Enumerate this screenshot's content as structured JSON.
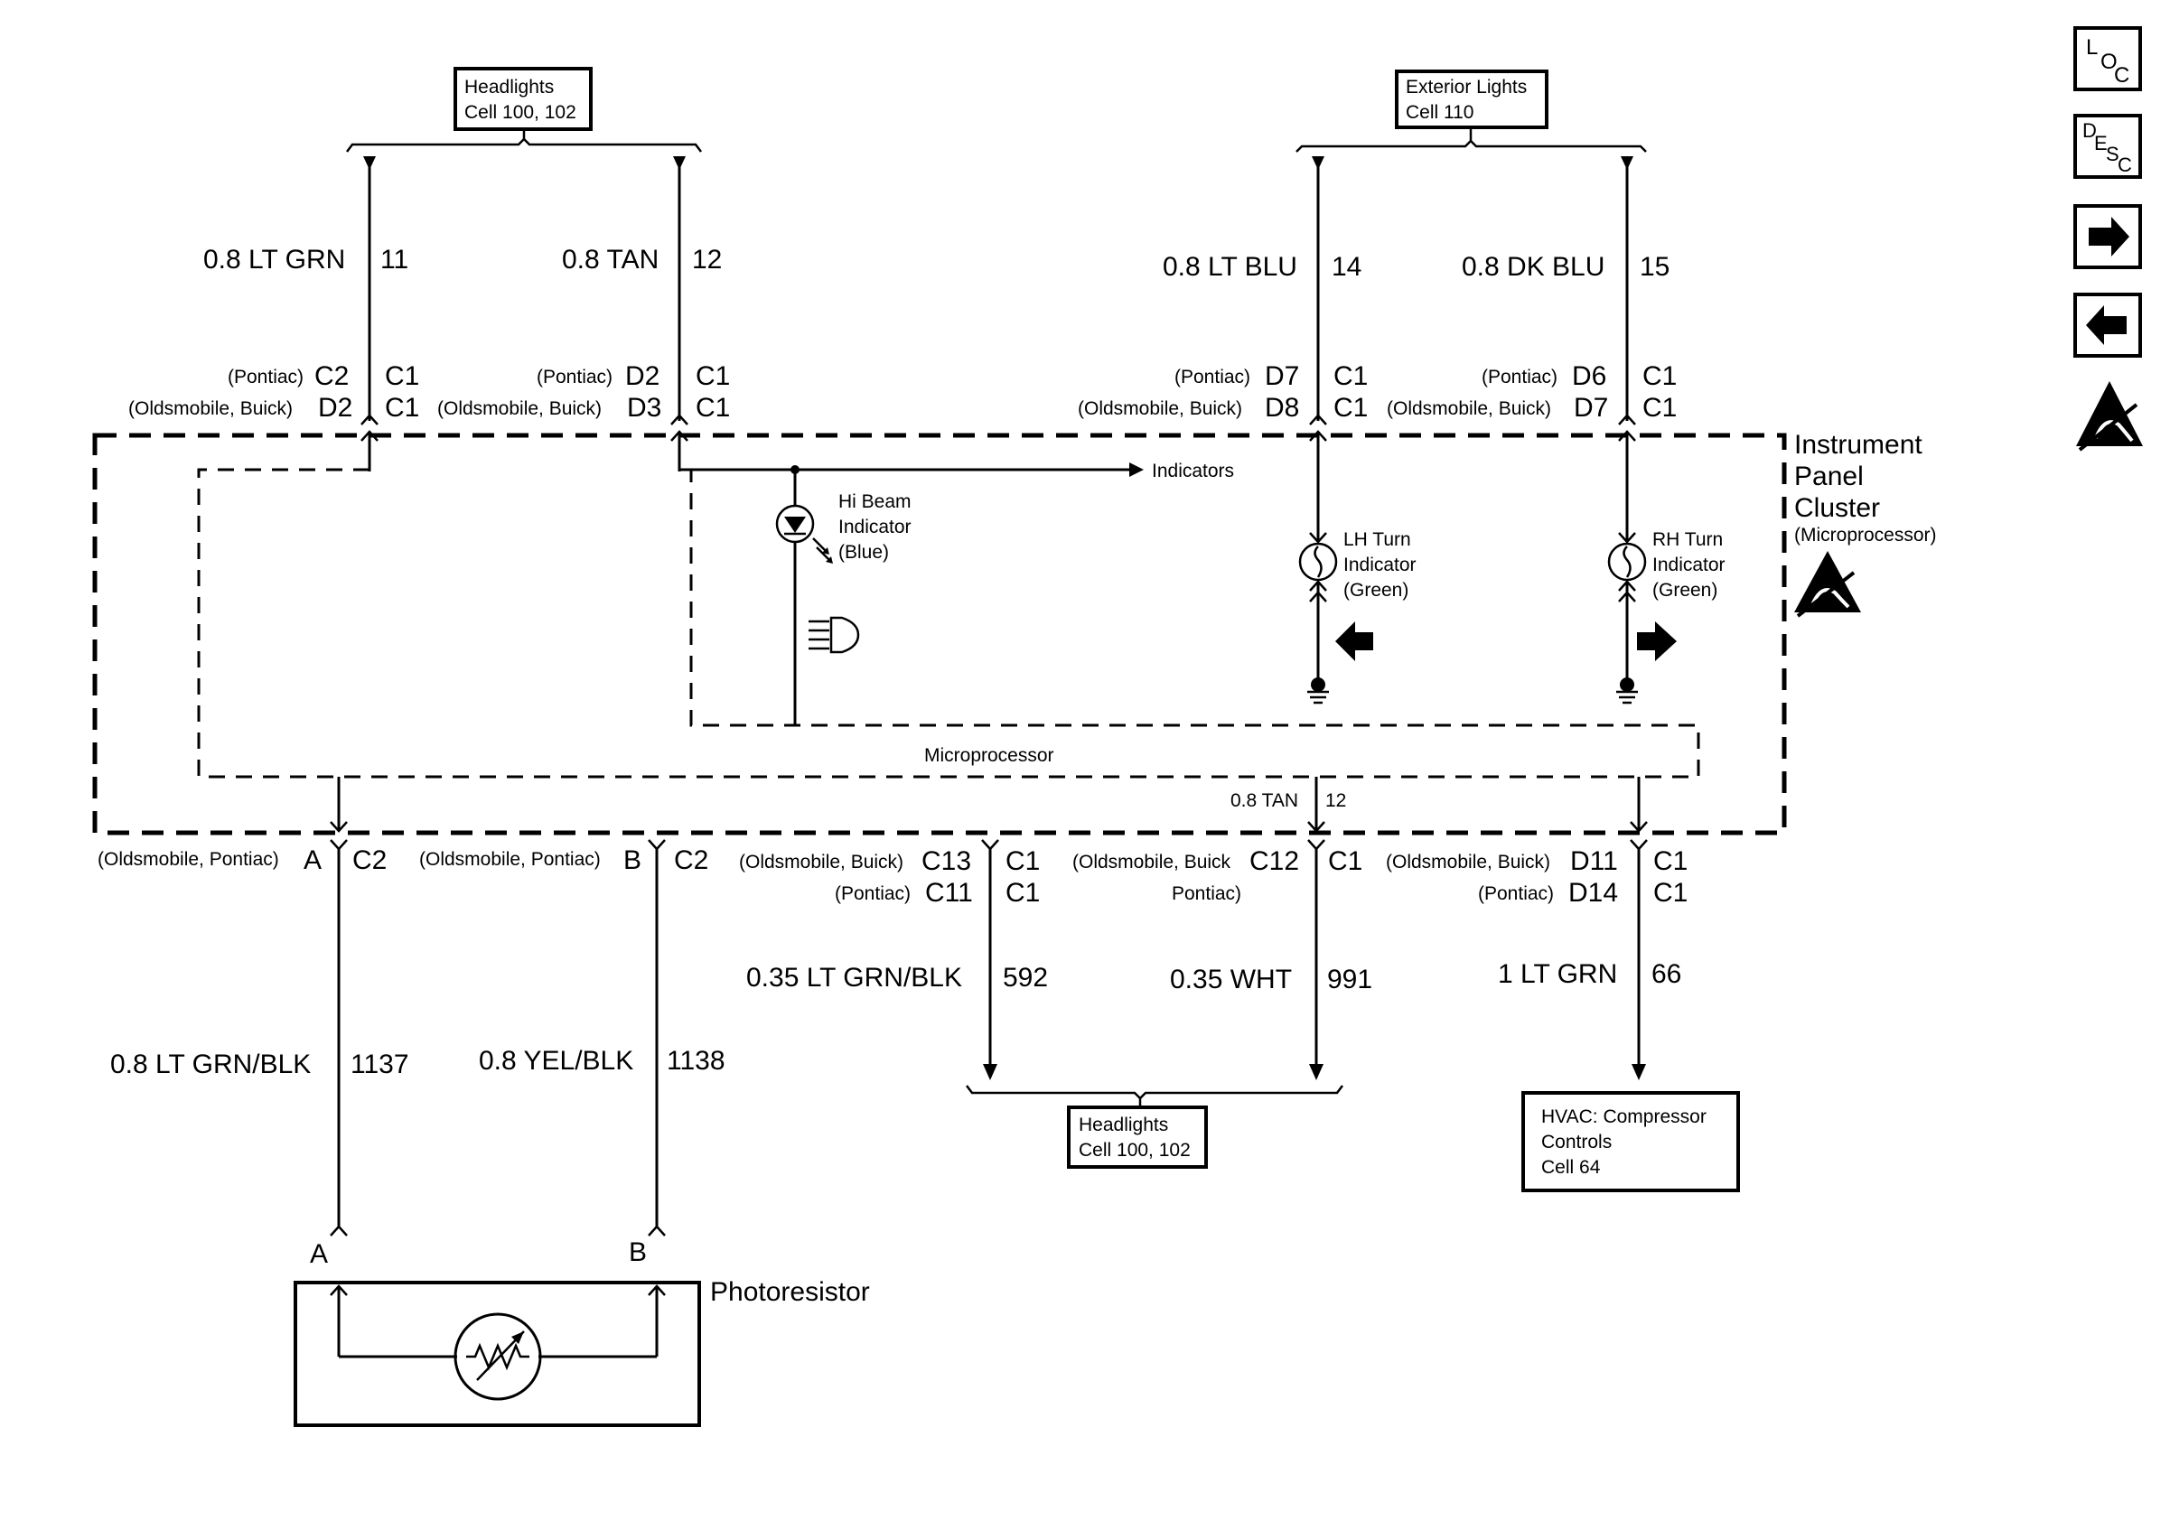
{
  "nav": {
    "loc": {
      "big": "L",
      "o": "O",
      "c": "C"
    },
    "desc": {
      "d": "D",
      "e": "E",
      "s": "S",
      "c": "C"
    },
    "icons": [
      "loc-icon",
      "desc-icon",
      "next-arrow-icon",
      "prev-arrow-icon",
      "esd-warning-icon"
    ]
  },
  "top_refs": {
    "headlights": {
      "line1": "Headlights",
      "line2": "Cell 100, 102"
    },
    "exterior": {
      "line1": "Exterior Lights",
      "line2": "Cell 110"
    }
  },
  "top_wires": [
    {
      "wire": "0.8 LT GRN",
      "circuit": "11",
      "p_label": "(Pontiac)",
      "p_pin": "C2",
      "p_conn": "C1",
      "ob_label": "(Oldsmobile, Buick)",
      "ob_pin": "D2",
      "ob_conn": "C1"
    },
    {
      "wire": "0.8 TAN",
      "circuit": "12",
      "p_label": "(Pontiac)",
      "p_pin": "D2",
      "p_conn": "C1",
      "ob_label": "(Oldsmobile, Buick)",
      "ob_pin": "D3",
      "ob_conn": "C1"
    },
    {
      "wire": "0.8 LT BLU",
      "circuit": "14",
      "p_label": "(Pontiac)",
      "p_pin": "D7",
      "p_conn": "C1",
      "ob_label": "(Oldsmobile, Buick)",
      "ob_pin": "D8",
      "ob_conn": "C1"
    },
    {
      "wire": "0.8 DK BLU",
      "circuit": "15",
      "p_label": "(Pontiac)",
      "p_pin": "D6",
      "p_conn": "C1",
      "ob_label": "(Oldsmobile, Buick)",
      "ob_pin": "D7",
      "ob_conn": "C1"
    }
  ],
  "ipc": {
    "line1": "Instrument",
    "line2": "Panel",
    "line3": "Cluster",
    "sub": "(Microprocessor)",
    "indicators": "Indicators",
    "microprocessor": "Microprocessor",
    "hibeam": {
      "l1": "Hi Beam",
      "l2": "Indicator",
      "l3": "(Blue)"
    },
    "lh": {
      "l1": "LH Turn",
      "l2": "Indicator",
      "l3": "(Green)"
    },
    "rh": {
      "l1": "RH Turn",
      "l2": "Indicator",
      "l3": "(Green)"
    },
    "internal_wire": "0.8 TAN",
    "internal_circuit": "12"
  },
  "bottom_pins": {
    "a": {
      "label": "(Oldsmobile, Pontiac)",
      "pin": "A",
      "conn": "C2"
    },
    "b": {
      "label": "(Oldsmobile, Pontiac)",
      "pin": "B",
      "conn": "C2"
    },
    "c13": {
      "label1": "(Oldsmobile, Buick)",
      "pin1": "C13",
      "conn1": "C1",
      "label2": "(Pontiac)",
      "pin2": "C11",
      "conn2": "C1"
    },
    "c12": {
      "label1": "(Oldsmobile, Buick",
      "pin1": "C12",
      "conn1": "C1",
      "label2": "Pontiac)"
    },
    "d11": {
      "label1": "(Oldsmobile, Buick)",
      "pin1": "D11",
      "conn1": "C1",
      "label2": "(Pontiac)",
      "pin2": "D14",
      "conn2": "C1"
    }
  },
  "bottom_wires": [
    {
      "wire": "0.8 LT GRN/BLK",
      "circuit": "1137"
    },
    {
      "wire": "0.8 YEL/BLK",
      "circuit": "1138"
    },
    {
      "wire": "0.35 LT GRN/BLK",
      "circuit": "592"
    },
    {
      "wire": "0.35 WHT",
      "circuit": "991"
    },
    {
      "wire": "1 LT GRN",
      "circuit": "66"
    }
  ],
  "bottom_refs": {
    "headlights": {
      "line1": "Headlights",
      "line2": "Cell 100, 102"
    },
    "hvac": {
      "line1": "HVAC: Compressor",
      "line2": "Controls",
      "line3": "Cell 64"
    }
  },
  "photoresistor": {
    "label": "Photoresistor",
    "pin_a": "A",
    "pin_b": "B"
  }
}
